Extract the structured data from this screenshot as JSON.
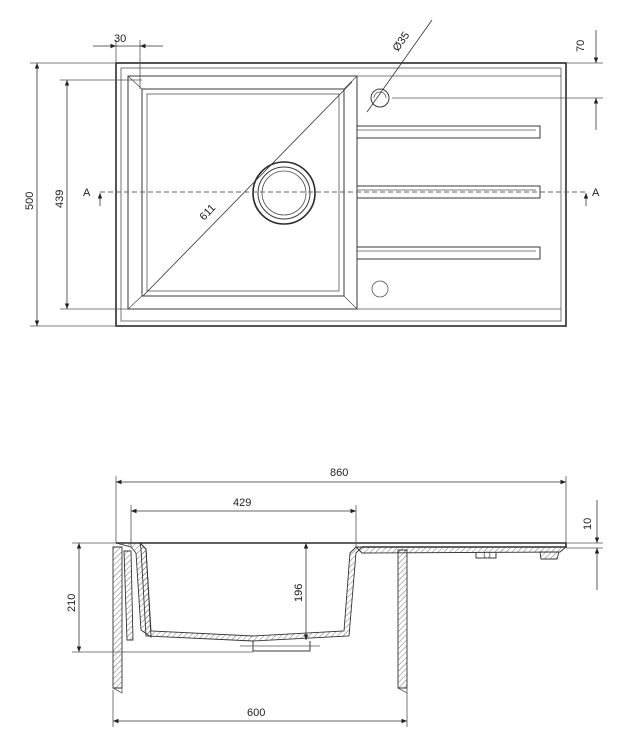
{
  "top_view": {
    "dim_30": "30",
    "dim_diameter": "Ø35",
    "dim_70": "70",
    "dim_500": "500",
    "dim_439": "439",
    "dim_611": "611",
    "section_label_left": "A",
    "section_label_right": "A"
  },
  "section_view": {
    "dim_860": "860",
    "dim_429": "429",
    "dim_10": "10",
    "dim_210": "210",
    "dim_196": "196",
    "dim_600": "600"
  }
}
